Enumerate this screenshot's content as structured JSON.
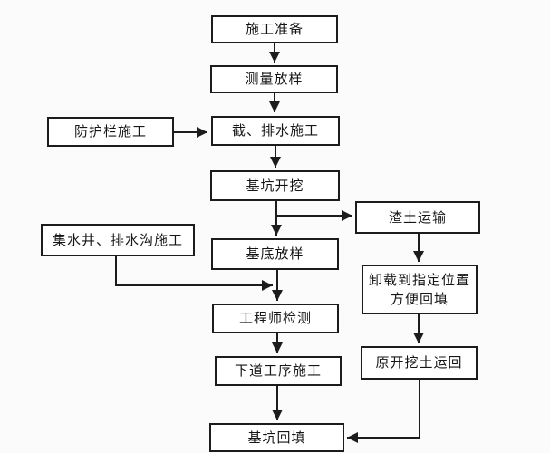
{
  "diagram": {
    "type": "flowchart",
    "language": "zh-CN",
    "background_color": "#fbfbfb",
    "box_fill_color": "#ffffff",
    "box_border_color": "#1c1c1c",
    "line_color": "#1c1c1c",
    "text_color": "#161616",
    "nodes": [
      {
        "id": "construction-prep",
        "label": "施工准备"
      },
      {
        "id": "survey-layout",
        "label": "测量放样"
      },
      {
        "id": "guardrail-construction",
        "label": "防护栏施工"
      },
      {
        "id": "intercept-drainage",
        "label": "截、排水施工"
      },
      {
        "id": "pit-excavation",
        "label": "基坑开挖"
      },
      {
        "id": "muck-transport",
        "label": "渣土运输"
      },
      {
        "id": "sump-ditch-construction",
        "label": "集水井、排水沟施工"
      },
      {
        "id": "base-layout",
        "label": "基底放样"
      },
      {
        "id": "unload-to-position",
        "label": "卸载到指定位置方便回填",
        "line1": "卸载到指定位置",
        "line2": "方便回填"
      },
      {
        "id": "engineer-inspection",
        "label": "工程师检测"
      },
      {
        "id": "soil-return",
        "label": "原开挖土运回"
      },
      {
        "id": "next-process",
        "label": "下道工序施工"
      },
      {
        "id": "pit-backfill",
        "label": "基坑回填"
      }
    ],
    "edges": [
      {
        "from": "construction-prep",
        "to": "survey-layout"
      },
      {
        "from": "survey-layout",
        "to": "intercept-drainage"
      },
      {
        "from": "guardrail-construction",
        "to": "intercept-drainage"
      },
      {
        "from": "intercept-drainage",
        "to": "pit-excavation"
      },
      {
        "from": "pit-excavation",
        "to": "base-layout"
      },
      {
        "from": "pit-excavation",
        "to": "muck-transport"
      },
      {
        "from": "muck-transport",
        "to": "unload-to-position"
      },
      {
        "from": "sump-ditch-construction",
        "to": "engineer-inspection"
      },
      {
        "from": "base-layout",
        "to": "engineer-inspection"
      },
      {
        "from": "unload-to-position",
        "to": "soil-return"
      },
      {
        "from": "engineer-inspection",
        "to": "next-process"
      },
      {
        "from": "next-process",
        "to": "pit-backfill"
      },
      {
        "from": "soil-return",
        "to": "pit-backfill"
      }
    ]
  }
}
